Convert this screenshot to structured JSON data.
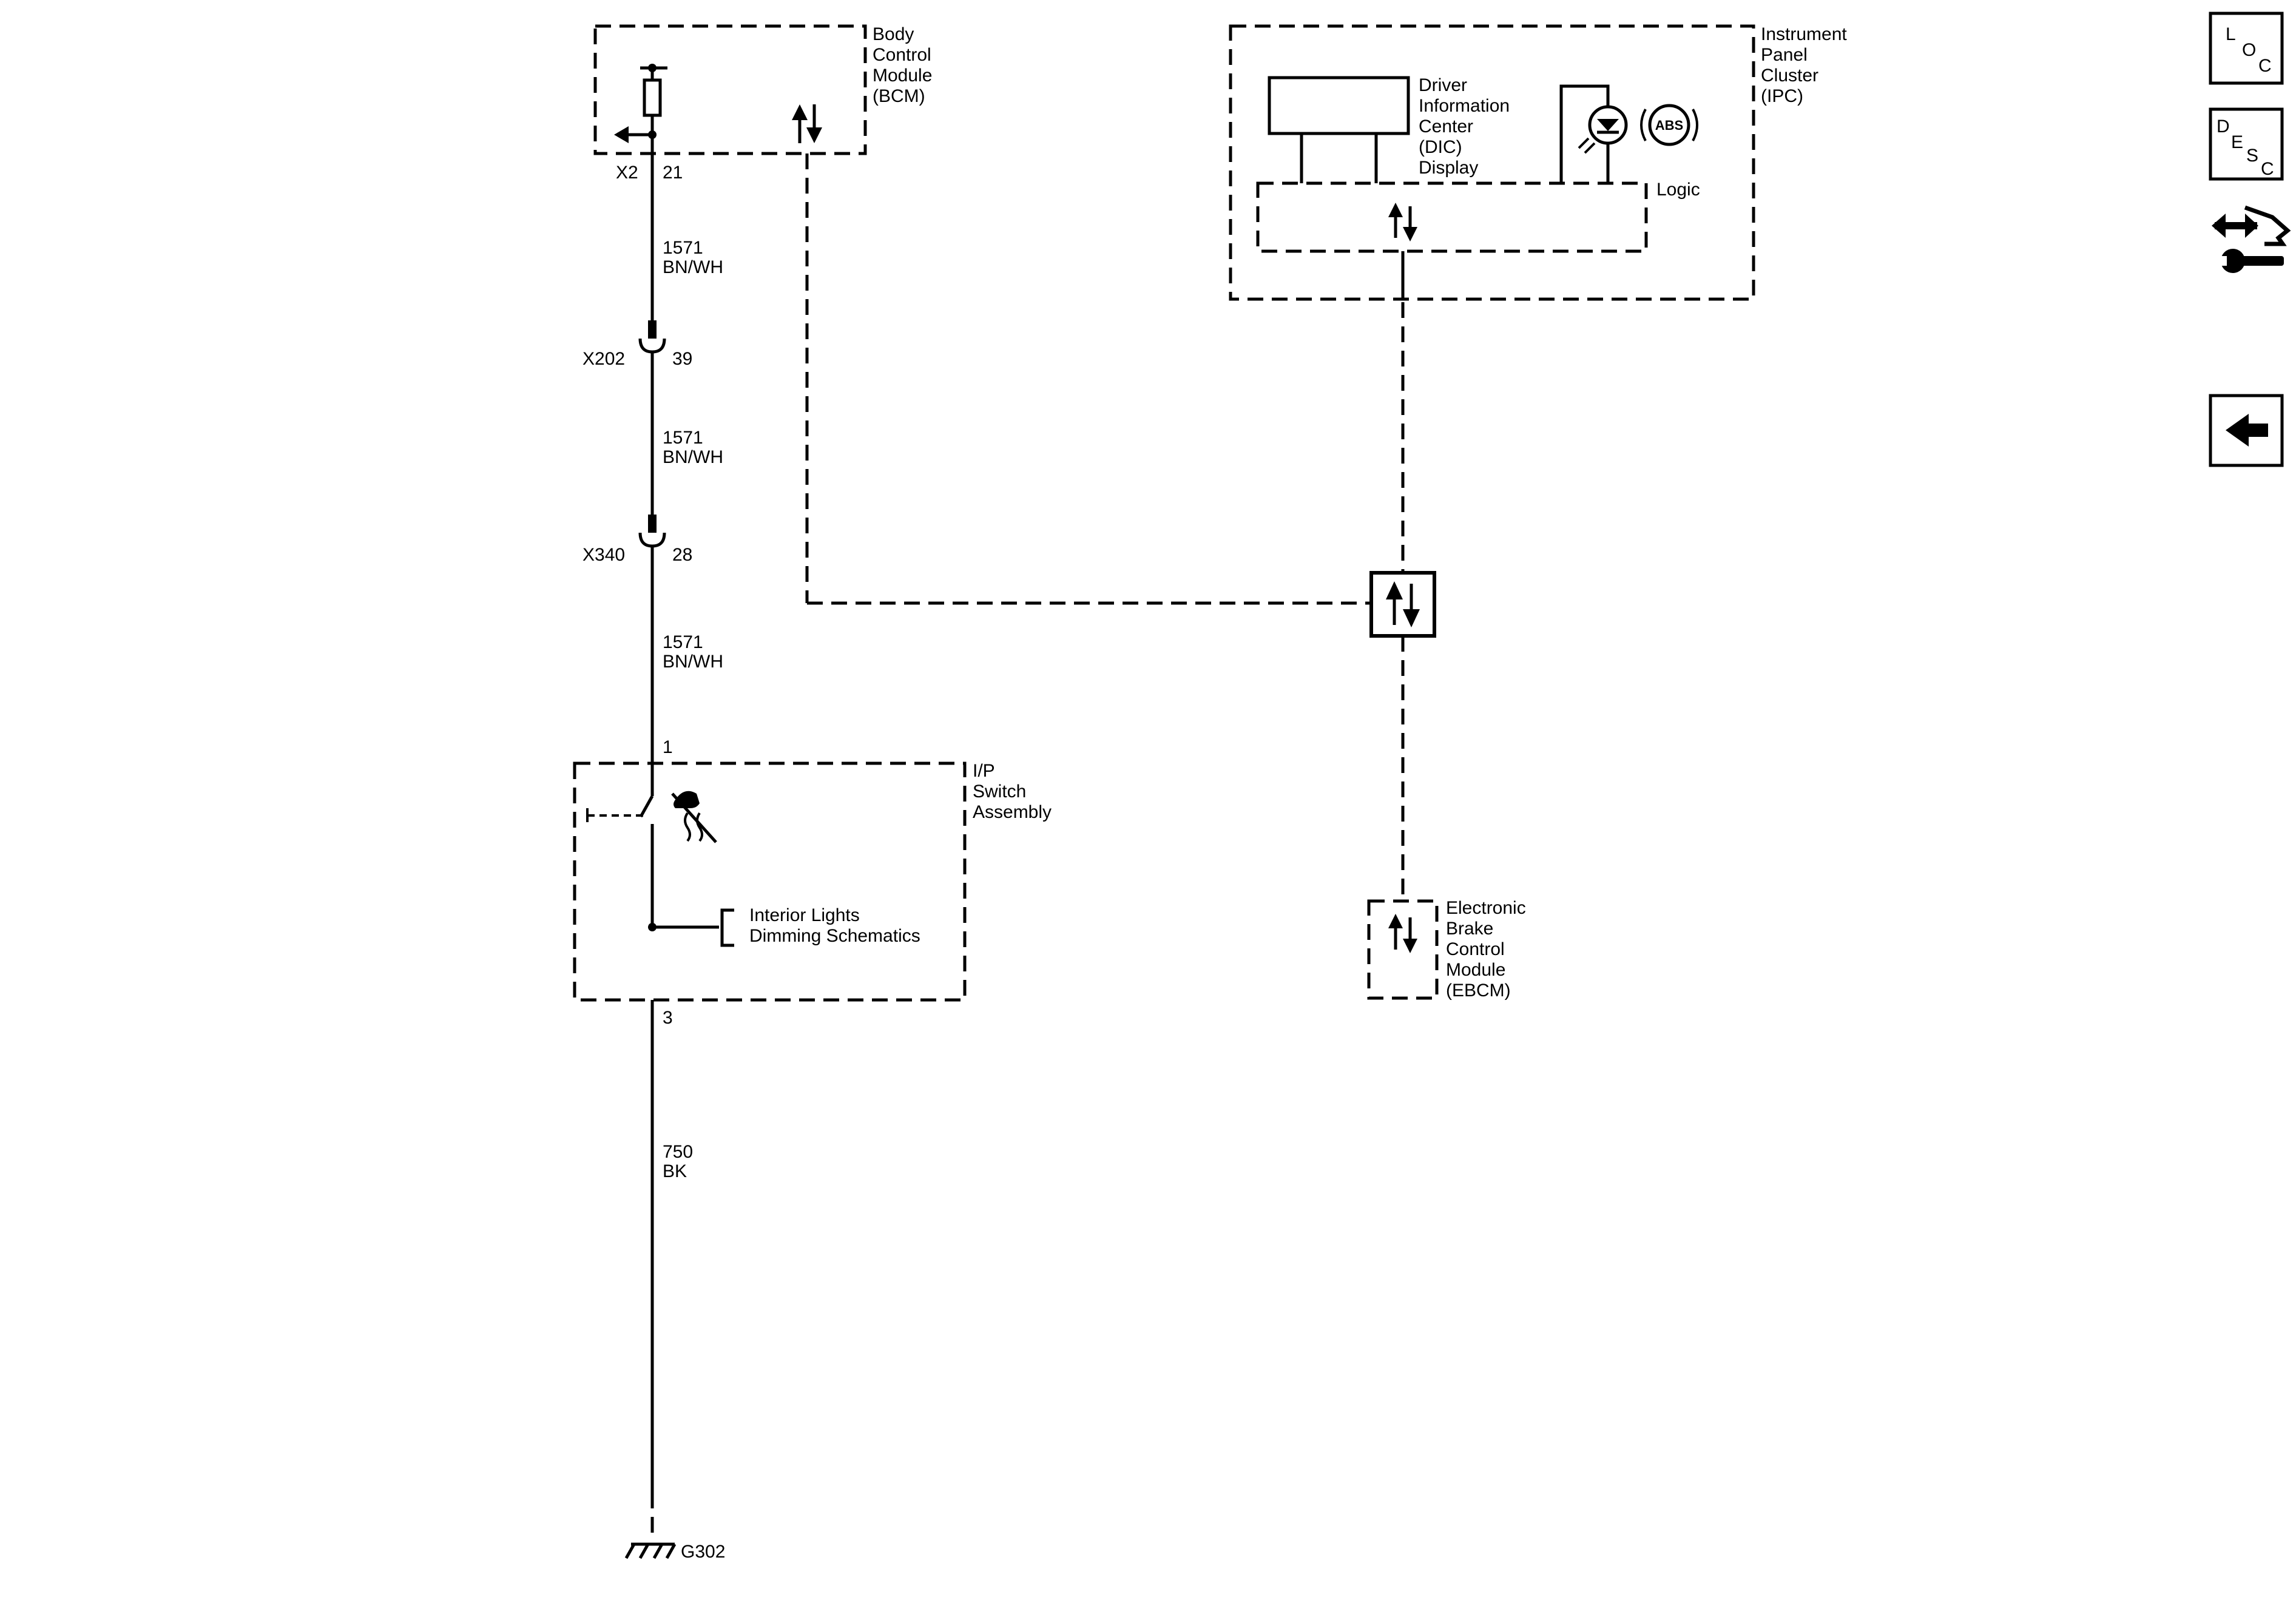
{
  "components": {
    "bcm": {
      "lines": [
        "Body",
        "Control",
        "Module",
        "(BCM)"
      ]
    },
    "ipc": {
      "lines": [
        "Instrument",
        "Panel",
        "Cluster",
        "(IPC)"
      ]
    },
    "dic": {
      "lines": [
        "Driver",
        "Information",
        "Center",
        "(DIC)",
        "Display"
      ]
    },
    "ipc_logic": {
      "label": "Logic"
    },
    "abs_indicator": {
      "label": "ABS"
    },
    "ip_switch": {
      "lines": [
        "I/P",
        "Switch",
        "Assembly"
      ]
    },
    "interior_lights": {
      "lines": [
        "Interior Lights",
        "Dimming Schematics"
      ]
    },
    "ebcm": {
      "lines": [
        "Electronic",
        "Brake",
        "Control",
        "Module",
        "(EBCM)"
      ]
    }
  },
  "connectors": {
    "bcm_connector": "X2",
    "bcm_pin": "21",
    "x202": {
      "name": "X202",
      "pin": "39"
    },
    "x340": {
      "name": "X340",
      "pin": "28"
    },
    "switch_pin_in": "1",
    "switch_pin_out": "3",
    "ground": "G302"
  },
  "wires": {
    "w1": {
      "circuit": "1571",
      "color": "BN/WH"
    },
    "w2": {
      "circuit": "1571",
      "color": "BN/WH"
    },
    "w3": {
      "circuit": "1571",
      "color": "BN/WH"
    },
    "w4": {
      "circuit": "750",
      "color": "BK"
    }
  },
  "toolbar": {
    "loc": [
      "L",
      "O",
      "C"
    ],
    "desc": [
      "D",
      "E",
      "S",
      "C"
    ],
    "diagnostic_icon": "connector-wrench-icon",
    "back_icon": "back-arrow-icon"
  },
  "colors": {
    "line": "#000000",
    "background": "#ffffff"
  }
}
